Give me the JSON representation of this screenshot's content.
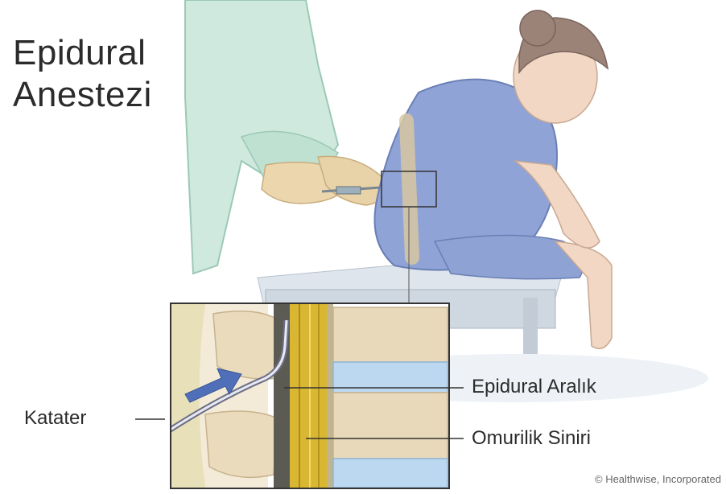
{
  "title": {
    "line1": "Epidural",
    "line2": "Anestezi"
  },
  "labels": {
    "catheter": "Katater",
    "epidural_space": "Epidural Aralık",
    "spinal_nerve": "Omurilik Siniri"
  },
  "copyright": "© Healthwise, Incorporated",
  "colors": {
    "gown": "#8fa3d6",
    "surgical_sleeve": "#bfe1d2",
    "glove": "#e8d2a8",
    "skin": "#f1d7c4",
    "hair": "#9c8378",
    "table": "#dde3ea",
    "vertebra": "#e9d9bb",
    "disc": "#bcd8f0",
    "spinal_cord": "#d9b732",
    "label_text": "#2b2b2b"
  },
  "icons": [
    "needle-icon",
    "arrow-icon"
  ]
}
